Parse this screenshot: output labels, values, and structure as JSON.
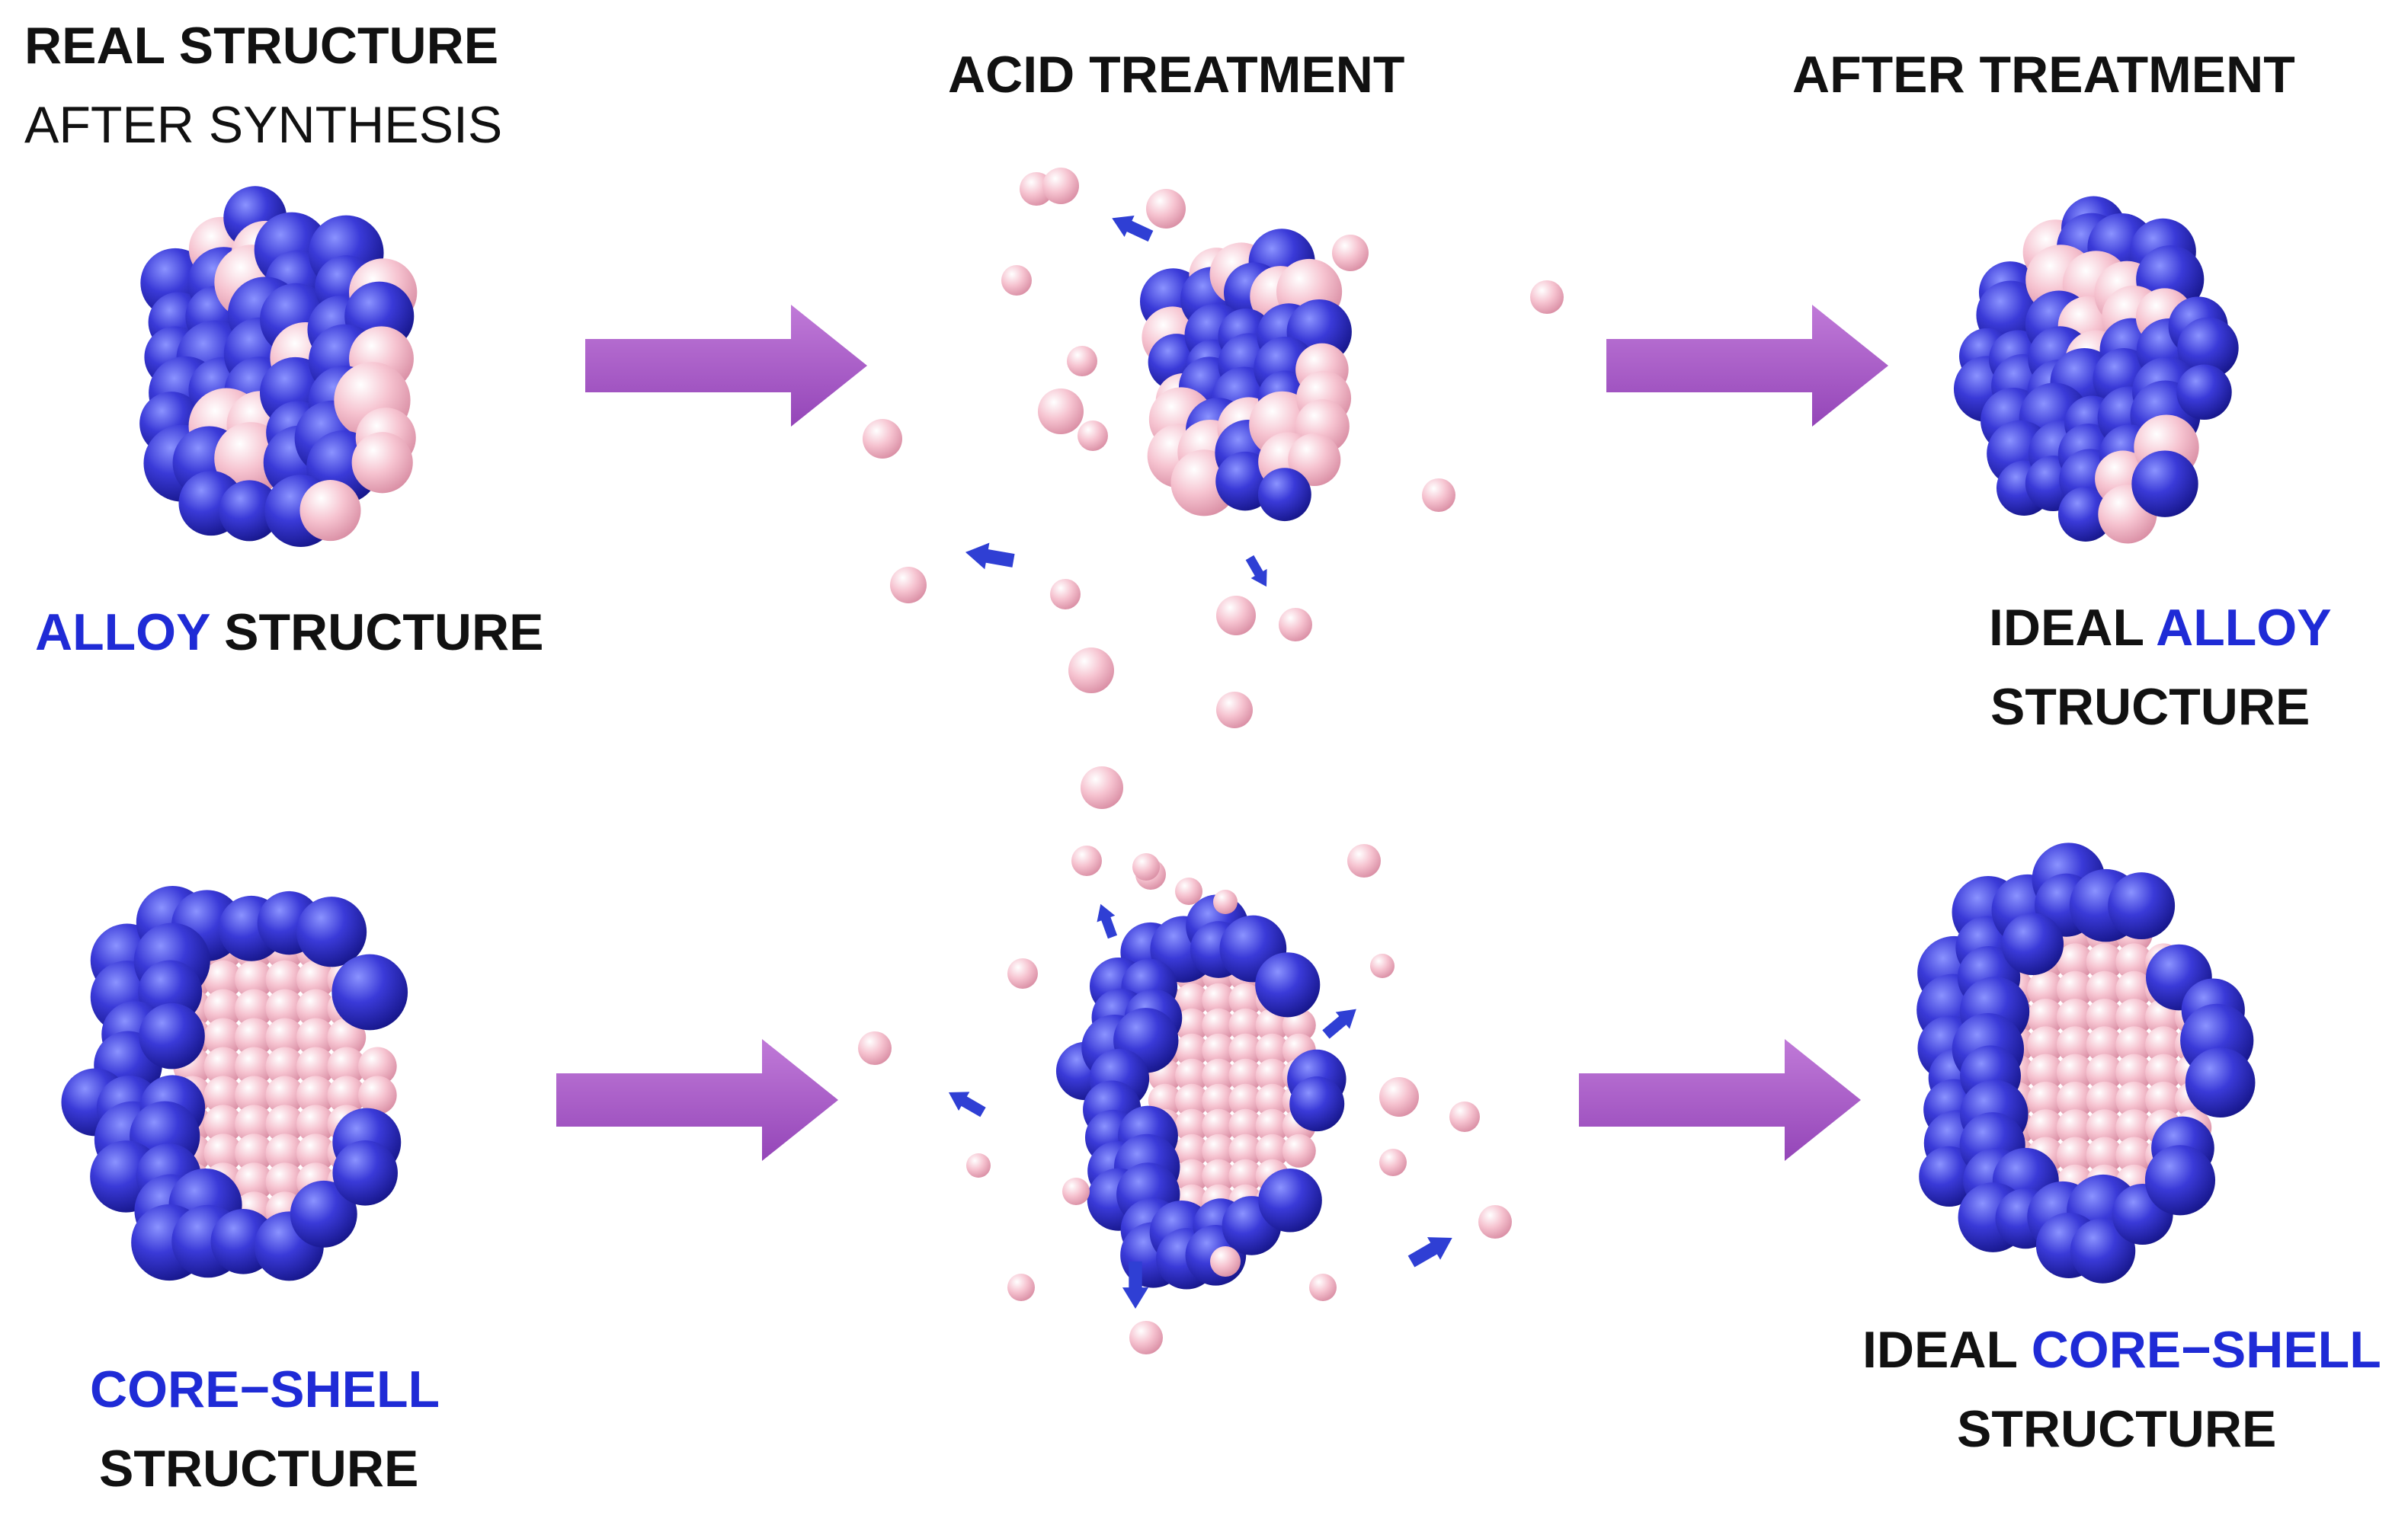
{
  "colors": {
    "blue_atom": "#3a3ad8",
    "pink_atom": "#f4b8c8",
    "arrow_purple": "#a855c8",
    "blue_text": "#1f2bd6",
    "small_arrow": "#2f3fd4"
  },
  "headers": {
    "real_structure": "REAL STRUCTURE",
    "after_synthesis": "AFTER SYNTHESIS",
    "acid_treatment": "ACID TREATMENT",
    "after_treatment": "AFTER TREATMENT"
  },
  "labels": {
    "alloy_word": "ALLOY",
    "structure_word": "STRUCTURE",
    "core_shell_word": "CORE−SHELL",
    "ideal_word": "IDEAL"
  },
  "icons": [
    "sphere-cluster-icon",
    "right-arrow-icon",
    "dissolution-arrow-icon"
  ]
}
